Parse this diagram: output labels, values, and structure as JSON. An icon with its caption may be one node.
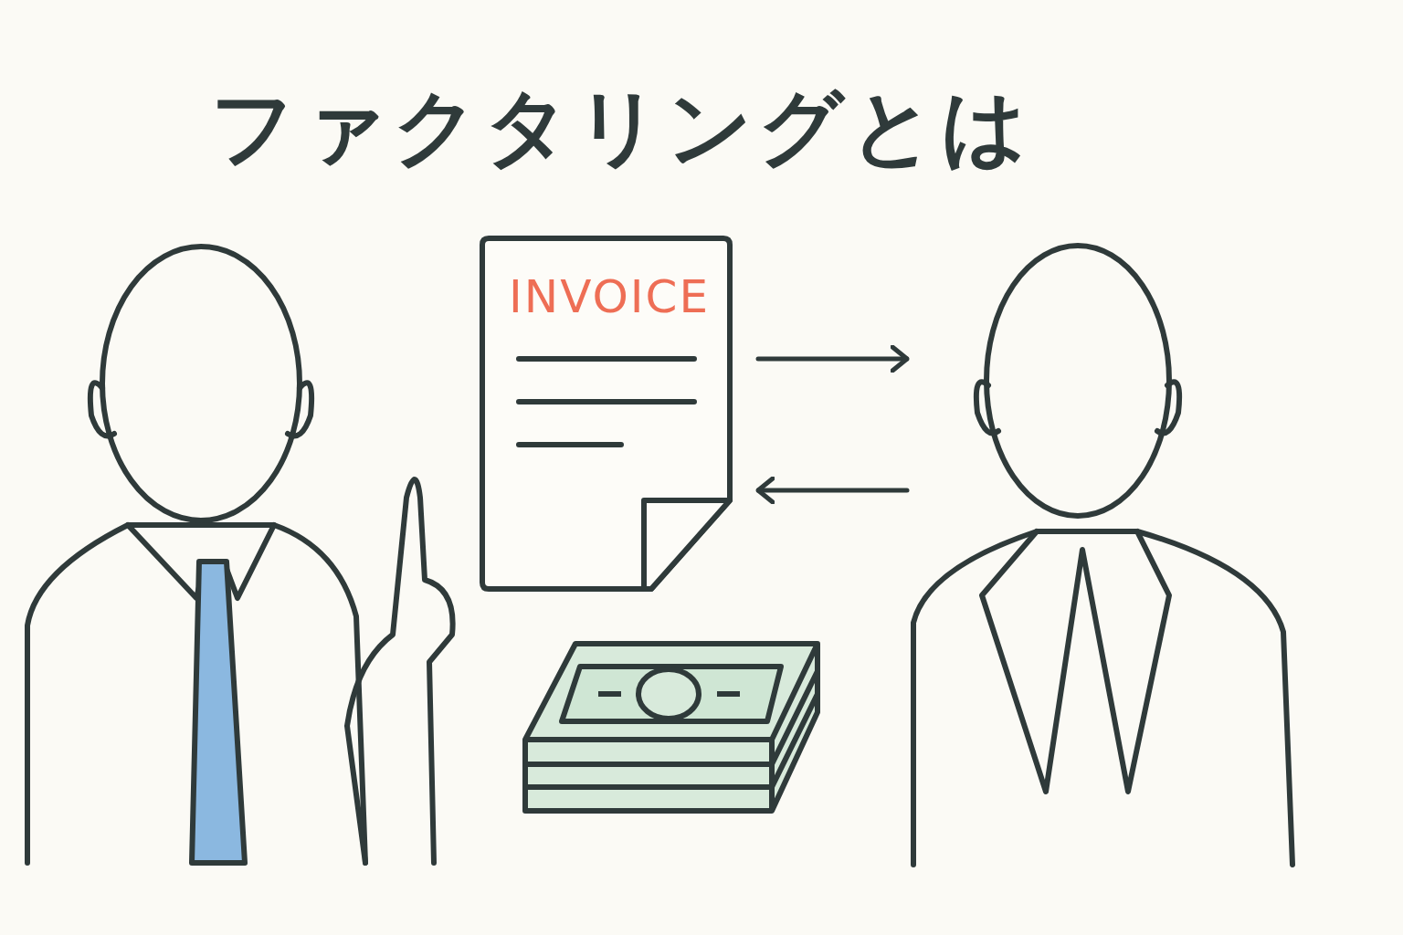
{
  "diagram": {
    "title": "ファクタリングとは",
    "nodes": [
      {
        "text": [],
        "shape": "person"
      },
      {
        "text": [
          "INVOICE"
        ]
      },
      {
        "text": [],
        "shape": "person"
      },
      {
        "text": [],
        "shape": "picture"
      }
    ],
    "edges": [
      {
        "from": 1,
        "to": 2,
        "arrow": "to"
      },
      {
        "from": 2,
        "to": 1,
        "arrow": "to"
      }
    ]
  }
}
